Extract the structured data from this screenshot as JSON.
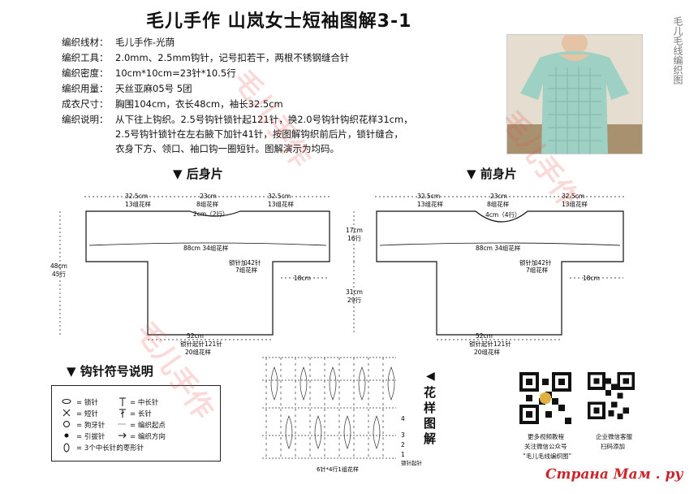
{
  "title": "毛儿手作 山岚女士短袖图解3-1",
  "info": [
    {
      "label": "编织线材：",
      "value": "毛儿手作-光荫"
    },
    {
      "label": "编织工具：",
      "value": "2.0mm、2.5mm钩针，记号扣若干，两根不锈钢缝合针"
    },
    {
      "label": "编织密度：",
      "value": "10cm*10cm=23针*10.5行"
    },
    {
      "label": "编织用量：",
      "value": "天丝亚麻05号 5团"
    },
    {
      "label": "成衣尺寸：",
      "value": "胸围104cm，衣长48cm，袖长32.5cm"
    },
    {
      "label": "编织说明：",
      "value": "从下往上钩织。2.5号钩针锁针起121针，换2.0号钩针钩织花样31cm，"
    },
    {
      "label": "",
      "value": "2.5号钩针锁针在左右腋下加针41针，按图解钩织前后片，锁针缝合，"
    },
    {
      "label": "",
      "value": "衣身下方、领口、袖口钩一圈短针。图解演示为均码。"
    }
  ],
  "side_watermark": "毛儿毛线编织图",
  "back": {
    "heading": "▼ 后身片",
    "top_left": "32.5cm",
    "top_left_sub": "13组花样",
    "top_mid": "23cm",
    "top_mid_sub": "8组花样",
    "top_right": "32.5cm",
    "top_right_sub": "13组花样",
    "neck": "2cm（2行）",
    "width": "88cm 34组花样",
    "arm_add": "锁针加42针",
    "arm_add_sub": "7组花样",
    "side": "18cm",
    "height": "48cm",
    "height_sub": "45行",
    "bottom": "52cm",
    "bottom_sub1": "锁针起针121针",
    "bottom_sub2": "20组花样"
  },
  "front": {
    "heading": "▼ 前身片",
    "top_left": "32.5cm",
    "top_left_sub": "13组花样",
    "top_mid": "23cm",
    "top_mid_sub": "8组花样",
    "top_right": "32.5cm",
    "top_right_sub": "13组花样",
    "neck": "4cm（4行）",
    "width": "88cm 34组花样",
    "arm_add": "锁针加42针",
    "arm_add_sub": "7组花样",
    "side": "18cm",
    "upper": "17cm",
    "upper_sub": "16行",
    "lower": "31cm",
    "lower_sub": "29行",
    "bottom": "52cm",
    "bottom_sub1": "锁针起针121针",
    "bottom_sub2": "20组花样"
  },
  "symbols": {
    "heading": "▼ 钩针符号说明",
    "items": [
      "= 锁针",
      "= 短针",
      "= 狗牙针",
      "= 引拔针",
      "= 3个中长针的枣形针",
      "= 中长针",
      "= 长针",
      "= 编织起点",
      "= 编织方向"
    ]
  },
  "stitch": {
    "title": "花样图解",
    "rows": [
      "4",
      "3",
      "2",
      "1"
    ],
    "chain": "锁针起针",
    "repeat": "6针*4行1组花样"
  },
  "qr": {
    "caption1_a": "更多视频教程",
    "caption1_b": "关注微信公众号",
    "caption1_c": "“毛儿毛线编织图”",
    "caption2_a": "企业微信客服",
    "caption2_b": "扫码添加"
  },
  "watermark_text": "毛儿手作",
  "site": "Страна Мам . ру"
}
